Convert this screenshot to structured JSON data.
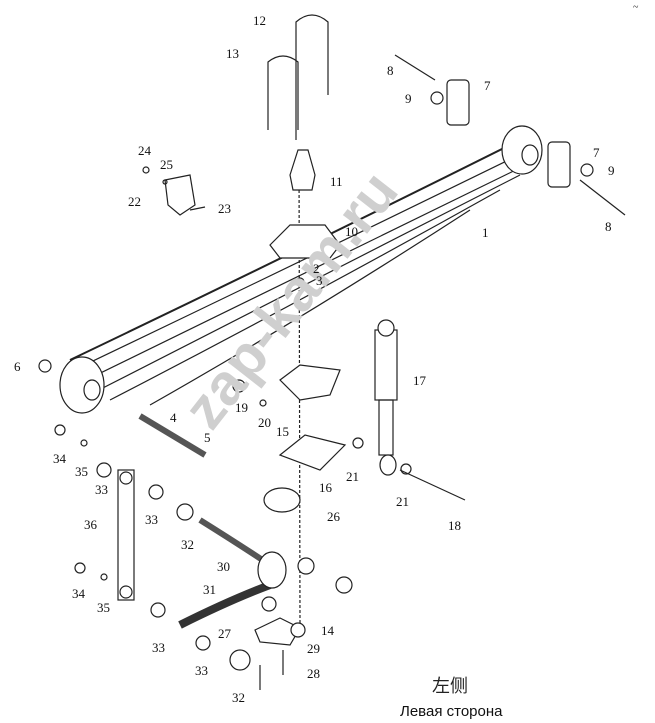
{
  "caption_cn": "左侧",
  "caption_ru": "Левая сторона",
  "watermark": "zap-kam.ru",
  "corner_mark": "~",
  "part_labels": [
    "12",
    "13",
    "8",
    "7",
    "9",
    "7",
    "9",
    "8",
    "11",
    "10",
    "1",
    "2",
    "3",
    "24",
    "25",
    "22",
    "23",
    "6",
    "4",
    "5",
    "19",
    "20",
    "15",
    "17",
    "21",
    "21",
    "18",
    "16",
    "34",
    "35",
    "33",
    "33",
    "32",
    "36",
    "26",
    "30",
    "31",
    "34",
    "35",
    "33",
    "27",
    "14",
    "29",
    "33",
    "28",
    "32"
  ]
}
